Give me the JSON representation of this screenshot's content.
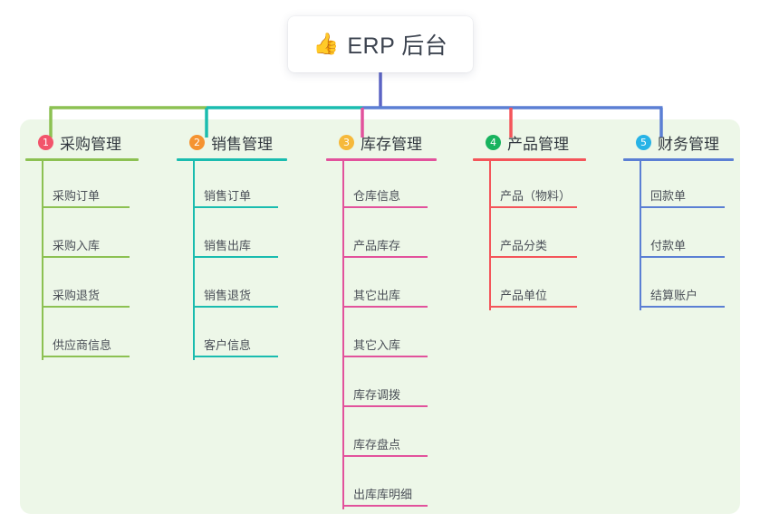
{
  "title": {
    "emoji": "👍",
    "emoji_name": "thumbs-up-icon",
    "text": "ERP 后台"
  },
  "colors": {
    "panel_bg": "#edf7e8",
    "page_bg": "#ffffff",
    "trunk": "#5b63c4",
    "text": "#4a4f57",
    "heading_text": "#32383f"
  },
  "columns": [
    {
      "index": "1",
      "badge_color": "#f2546b",
      "line_color": "#8cc152",
      "title": "采购管理",
      "items": [
        "采购订单",
        "采购入库",
        "采购退货",
        "供应商信息"
      ]
    },
    {
      "index": "2",
      "badge_color": "#f59331",
      "line_color": "#1abcaf",
      "title": "销售管理",
      "items": [
        "销售订单",
        "销售出库",
        "销售退货",
        "客户信息"
      ]
    },
    {
      "index": "3",
      "badge_color": "#f6b93b",
      "line_color": "#e2529c",
      "title": "库存管理",
      "items": [
        "仓库信息",
        "产品库存",
        "其它出库",
        "其它入库",
        "库存调拨",
        "库存盘点",
        "出库库明细"
      ]
    },
    {
      "index": "4",
      "badge_color": "#18b35e",
      "line_color": "#f4555a",
      "title": "产品管理",
      "items": [
        "产品（物料）",
        "产品分类",
        "产品单位"
      ]
    },
    {
      "index": "5",
      "badge_color": "#27b3e6",
      "line_color": "#5b7fd4",
      "title": "财务管理",
      "items": [
        "回款单",
        "付款单",
        "结算账户"
      ]
    }
  ]
}
